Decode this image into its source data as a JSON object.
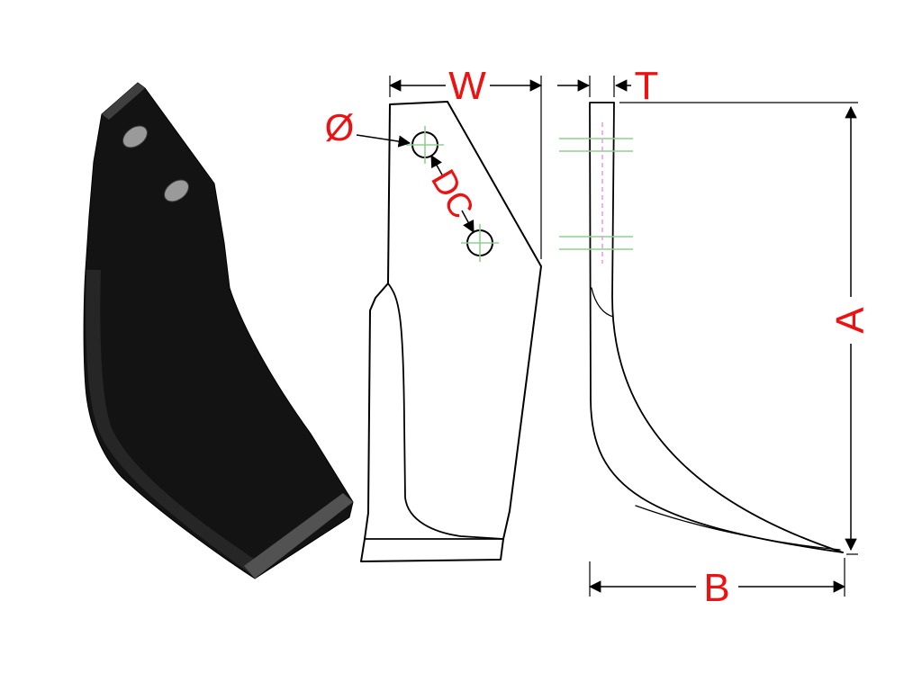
{
  "colors": {
    "line": "#000000",
    "dimension-text": "#ee1111",
    "centerline-green": "#8fd08f",
    "centerline-magenta": "#e39de3",
    "blade-dark": "#131313",
    "blade-mid": "#262626",
    "blade-edge": "#3f3f3f",
    "blade-light": "#525252",
    "hole-gray": "#9a9a9a"
  },
  "labels": {
    "front_view": {
      "width": "W",
      "hole_diameter": "Ø",
      "hole_centers_distance": "DC"
    },
    "side_view": {
      "thickness": "T",
      "height": "A",
      "length": "B"
    }
  }
}
